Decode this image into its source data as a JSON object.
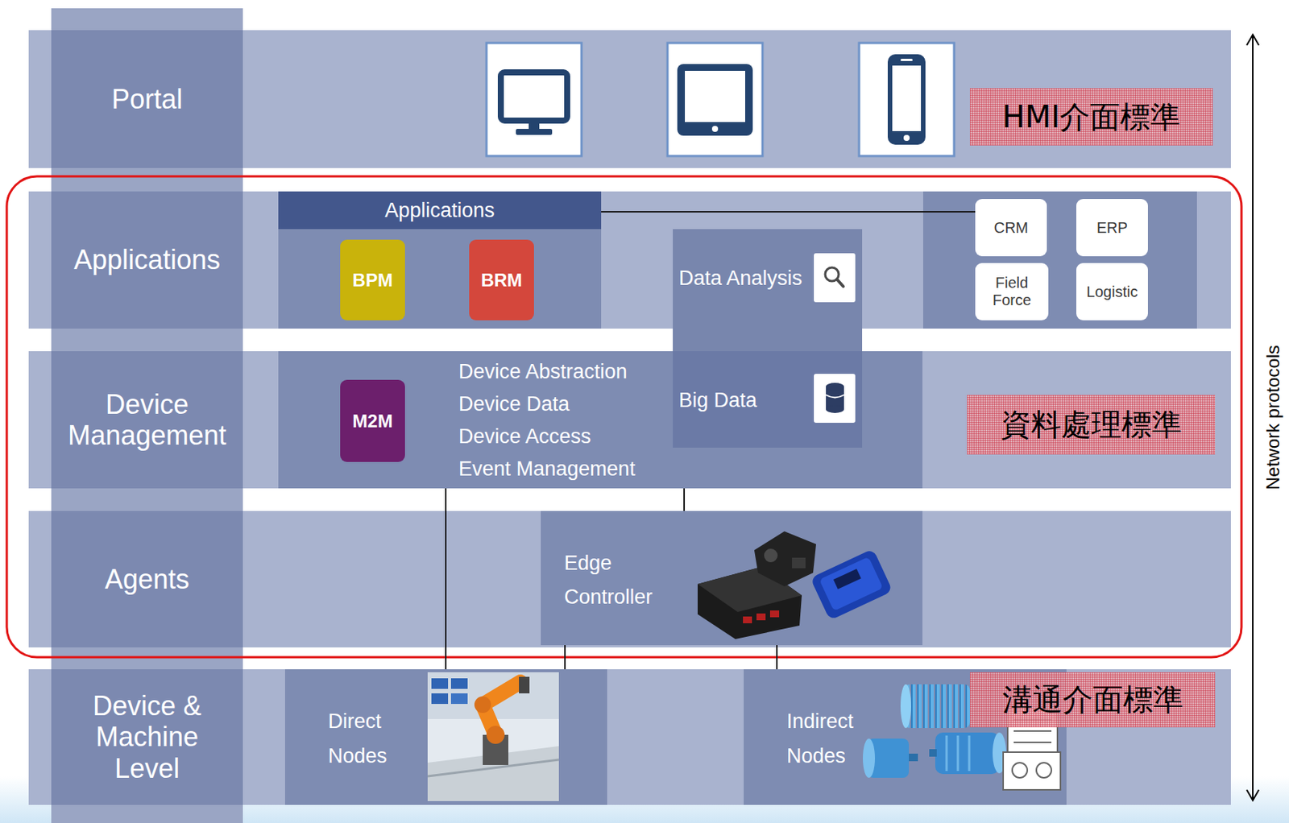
{
  "diagram": {
    "nodes": [
      {
        "text": [
          "Portal"
        ]
      },
      {
        "text": [
          "Applications"
        ]
      },
      {
        "text": [
          "Applications"
        ],
        "in": 1
      },
      {
        "text": [
          "BPM"
        ],
        "in": 2
      },
      {
        "text": [
          "BRM"
        ],
        "in": 2
      },
      {
        "text": [
          "Data Analysis"
        ],
        "in": 1
      },
      {
        "text": [
          "CRM"
        ],
        "in": 1
      },
      {
        "text": [
          "ERP"
        ],
        "in": 1
      },
      {
        "text": [
          "Field Force"
        ],
        "in": 1
      },
      {
        "text": [
          "Logistic"
        ],
        "in": 1
      },
      {
        "text": [
          "Device Management"
        ]
      },
      {
        "text": [
          "Device Abstraction",
          "Device Data",
          "Device Access",
          "Event Management"
        ],
        "in": 10
      },
      {
        "text": [
          "M2M"
        ],
        "in": 11
      },
      {
        "text": [
          "Big Data"
        ],
        "in": 11
      },
      {
        "text": [
          "Agents"
        ]
      },
      {
        "text": [
          "Edge Controller"
        ],
        "in": 14
      },
      {
        "text": [
          "Device & Machine Level"
        ]
      },
      {
        "text": [
          "Direct Nodes"
        ],
        "in": 16
      },
      {
        "text": [
          "Indirect Nodes"
        ],
        "in": 16
      }
    ],
    "edges": [
      {
        "from": 2,
        "to": 6,
        "arrow": "none"
      },
      {
        "from": 11,
        "to": 17,
        "arrow": "none"
      },
      {
        "from": 11,
        "to": 15,
        "arrow": "none"
      },
      {
        "from": 15,
        "to": 17,
        "arrow": "none"
      },
      {
        "from": 15,
        "to": 18,
        "arrow": "none"
      }
    ],
    "labels": [
      "HMI介面標準",
      "資料處理標準",
      "溝通介面標準",
      "Network protocols"
    ]
  }
}
